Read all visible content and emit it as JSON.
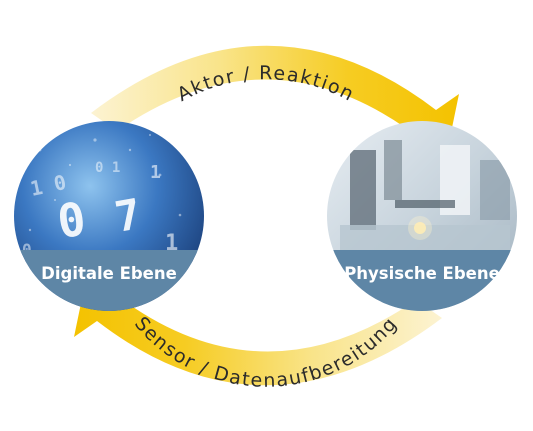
{
  "diagram": {
    "top_arrow_label": "Aktor / Reaktion",
    "bottom_arrow_label": "Sensor / Datenaufbereitung",
    "left_node": {
      "label": "Digitale Ebene",
      "image": "digital-binary-code-image"
    },
    "right_node": {
      "label": "Physische Ebene",
      "image": "industrial-robot-machine-image"
    }
  },
  "colors": {
    "arrow_yellow": "#f5c800",
    "arrow_pale": "#fbeec0",
    "label_band": "#5e86a6",
    "digital_blue": "#2a63a8",
    "physical_gray": "#cdd8e0"
  }
}
